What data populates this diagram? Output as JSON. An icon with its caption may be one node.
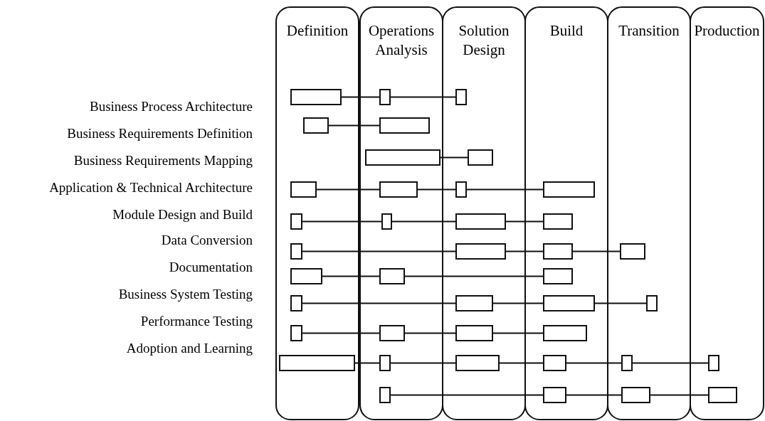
{
  "diagram": {
    "nodes": [
      {
        "text": [
          "Definition"
        ]
      },
      {
        "text": [
          "Operations Analysis"
        ]
      },
      {
        "text": [
          "Solution Design"
        ]
      },
      {
        "text": [
          "Build"
        ]
      },
      {
        "text": [
          "Transition"
        ]
      },
      {
        "text": [
          "Production"
        ]
      },
      {
        "text": [],
        "shape": "box",
        "in": 0
      },
      {
        "text": [],
        "shape": "box",
        "in": 1
      },
      {
        "text": [],
        "shape": "box",
        "in": 2
      },
      {
        "text": [],
        "shape": "box",
        "in": 0
      },
      {
        "text": [],
        "shape": "box",
        "in": 1
      },
      {
        "text": [],
        "shape": "box",
        "in": 1
      },
      {
        "text": [],
        "shape": "box",
        "in": 2
      },
      {
        "text": [],
        "shape": "box",
        "in": 0
      },
      {
        "text": [],
        "shape": "box",
        "in": 1
      },
      {
        "text": [],
        "shape": "box",
        "in": 2
      },
      {
        "text": [],
        "shape": "box",
        "in": 3
      },
      {
        "text": [],
        "shape": "box",
        "in": 0
      },
      {
        "text": [],
        "shape": "box",
        "in": 1
      },
      {
        "text": [],
        "shape": "box",
        "in": 2
      },
      {
        "text": [],
        "shape": "box",
        "in": 3
      },
      {
        "text": [],
        "shape": "box",
        "in": 0
      },
      {
        "text": [],
        "shape": "box",
        "in": 2
      },
      {
        "text": [],
        "shape": "box",
        "in": 3
      },
      {
        "text": [],
        "shape": "box",
        "in": 4
      },
      {
        "text": [],
        "shape": "box",
        "in": 0
      },
      {
        "text": [],
        "shape": "box",
        "in": 1
      },
      {
        "text": [],
        "shape": "box",
        "in": 3
      },
      {
        "text": [],
        "shape": "box",
        "in": 0
      },
      {
        "text": [],
        "shape": "box",
        "in": 2
      },
      {
        "text": [],
        "shape": "box",
        "in": 3
      },
      {
        "text": [],
        "shape": "box",
        "in": 4
      },
      {
        "text": [],
        "shape": "box",
        "in": 0
      },
      {
        "text": [],
        "shape": "box",
        "in": 1
      },
      {
        "text": [],
        "shape": "box",
        "in": 2
      },
      {
        "text": [],
        "shape": "box",
        "in": 3
      },
      {
        "text": [],
        "shape": "box",
        "in": 0
      },
      {
        "text": [],
        "shape": "box",
        "in": 1
      },
      {
        "text": [],
        "shape": "box",
        "in": 2
      },
      {
        "text": [],
        "shape": "box",
        "in": 3
      },
      {
        "text": [],
        "shape": "box",
        "in": 4
      },
      {
        "text": [],
        "shape": "box",
        "in": 5
      },
      {
        "text": [],
        "shape": "box",
        "in": 1
      },
      {
        "text": [],
        "shape": "box",
        "in": 3
      },
      {
        "text": [],
        "shape": "box",
        "in": 4
      },
      {
        "text": [],
        "shape": "box",
        "in": 5
      }
    ],
    "edges": [
      {
        "from": 6,
        "to": 7,
        "arrow": "none"
      },
      {
        "from": 7,
        "to": 8,
        "arrow": "none"
      },
      {
        "from": 9,
        "to": 10,
        "arrow": "none"
      },
      {
        "from": 11,
        "to": 12,
        "arrow": "none"
      },
      {
        "from": 13,
        "to": 14,
        "arrow": "none"
      },
      {
        "from": 14,
        "to": 15,
        "arrow": "none"
      },
      {
        "from": 15,
        "to": 16,
        "arrow": "none"
      },
      {
        "from": 17,
        "to": 18,
        "arrow": "none"
      },
      {
        "from": 18,
        "to": 19,
        "arrow": "none"
      },
      {
        "from": 19,
        "to": 20,
        "arrow": "none"
      },
      {
        "from": 21,
        "to": 22,
        "arrow": "none"
      },
      {
        "from": 22,
        "to": 23,
        "arrow": "none"
      },
      {
        "from": 23,
        "to": 24,
        "arrow": "none"
      },
      {
        "from": 25,
        "to": 26,
        "arrow": "none"
      },
      {
        "from": 26,
        "to": 27,
        "arrow": "none"
      },
      {
        "from": 28,
        "to": 29,
        "arrow": "none"
      },
      {
        "from": 29,
        "to": 30,
        "arrow": "none"
      },
      {
        "from": 30,
        "to": 31,
        "arrow": "none"
      },
      {
        "from": 32,
        "to": 33,
        "arrow": "none"
      },
      {
        "from": 33,
        "to": 34,
        "arrow": "none"
      },
      {
        "from": 34,
        "to": 35,
        "arrow": "none"
      },
      {
        "from": 36,
        "to": 37,
        "arrow": "none"
      },
      {
        "from": 37,
        "to": 38,
        "arrow": "none"
      },
      {
        "from": 38,
        "to": 39,
        "arrow": "none"
      },
      {
        "from": 39,
        "to": 40,
        "arrow": "none"
      },
      {
        "from": 40,
        "to": 41,
        "arrow": "none"
      },
      {
        "from": 42,
        "to": 43,
        "arrow": "none"
      },
      {
        "from": 43,
        "to": 44,
        "arrow": "none"
      },
      {
        "from": 44,
        "to": 45,
        "arrow": "none"
      }
    ],
    "labels": [
      "Business Process Architecture",
      "Business Requirements Definition",
      "Business Requirements Mapping",
      "Application & Technical Architecture",
      "Module Design and Build",
      "Data Conversion",
      "Documentation",
      "Business System Testing",
      "Performance Testing",
      "Adoption and Learning"
    ]
  }
}
